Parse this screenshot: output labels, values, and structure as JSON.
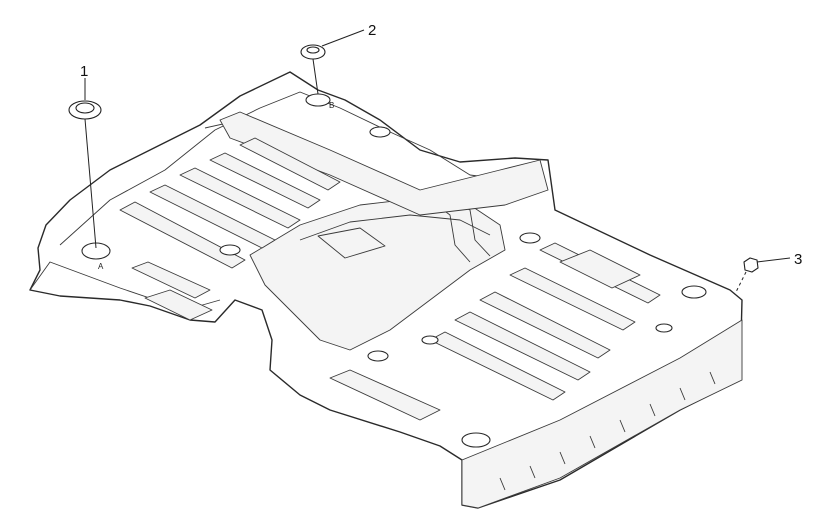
{
  "diagram": {
    "callouts": [
      {
        "label": "1",
        "part": "large-round-plug"
      },
      {
        "label": "2",
        "part": "small-round-plug"
      },
      {
        "label": "3",
        "part": "nut"
      }
    ],
    "hole_letters": [
      "A",
      "B"
    ]
  },
  "watermark": {
    "color": "#d8d2cc"
  }
}
